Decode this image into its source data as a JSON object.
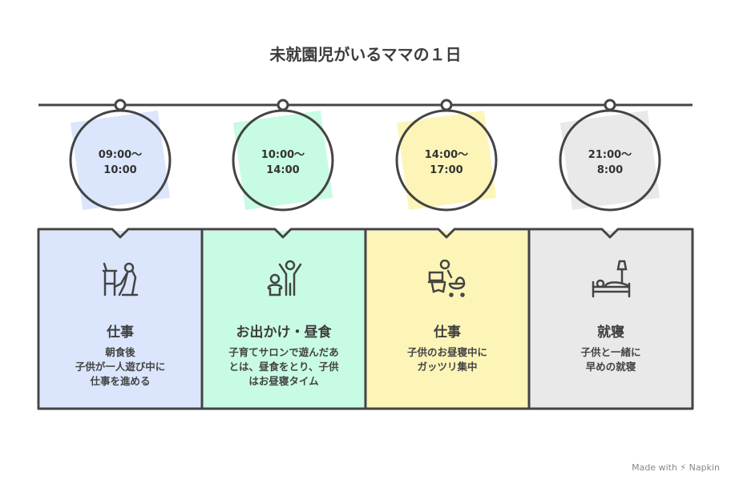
{
  "title": "未就園児がいるママの１日",
  "colors": {
    "blue": "#dbe6fd",
    "green": "#c8fbe3",
    "yellow": "#fdf5b8",
    "gray": "#e9e9e9",
    "stroke": "#444444"
  },
  "steps": [
    {
      "time_start": "09:00〜",
      "time_end": "10:00",
      "heading": "仕事",
      "desc": [
        "朝食後",
        "子供が一人遊び中に",
        "仕事を進める"
      ],
      "icon": "desk-work-icon"
    },
    {
      "time_start": "10:00〜",
      "time_end": "14:00",
      "heading": "お出かけ・昼食",
      "desc": [
        "子育てサロンで遊んだあ",
        "とは、昼食をとり、子供",
        "はお昼寝タイム"
      ],
      "icon": "parent-child-play-icon"
    },
    {
      "time_start": "14:00〜",
      "time_end": "17:00",
      "heading": "仕事",
      "desc": [
        "子供のお昼寝中に",
        "ガッツリ集中"
      ],
      "icon": "laptop-stroller-icon"
    },
    {
      "time_start": "21:00〜",
      "time_end": "8:00",
      "heading": "就寝",
      "desc": [
        "子供と一緒に",
        "早めの就寝"
      ],
      "icon": "bed-lamp-icon"
    }
  ],
  "footer": "Made with ⚡ Napkin"
}
